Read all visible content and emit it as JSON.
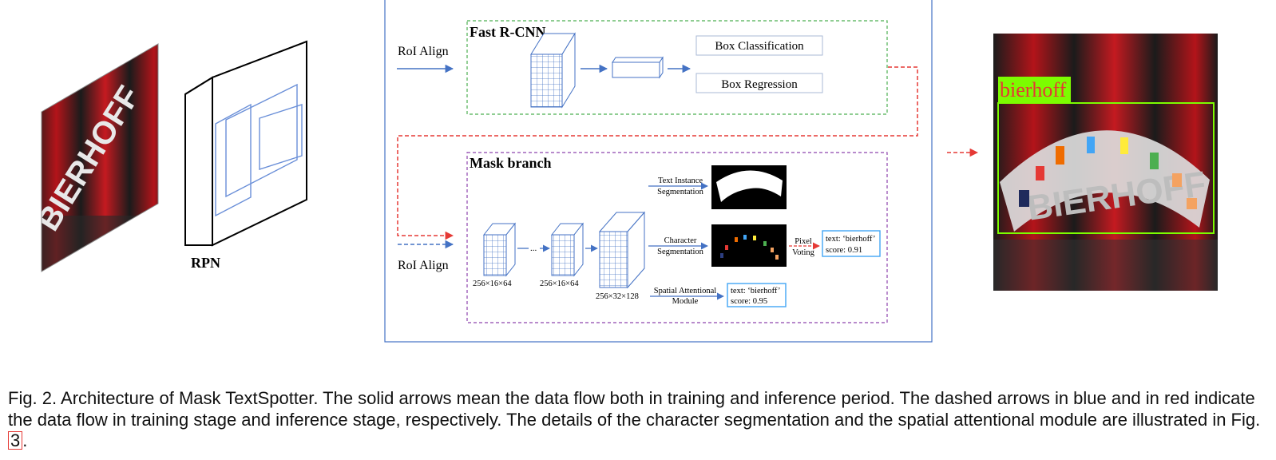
{
  "figure": {
    "rpn_label": "RPN",
    "roi_align_top": "RoI Align",
    "roi_align_bottom": "RoI Align",
    "fast_rcnn_title": "Fast R-CNN",
    "box_classification": "Box Classification",
    "box_regression": "Box Regression",
    "mask_branch_title": "Mask branch",
    "text_instance_seg_line1": "Text Instance",
    "text_instance_seg_line2": "Segmentation",
    "char_seg_line1": "Character",
    "char_seg_line2": "Segmentation",
    "pixel_voting_line1": "Pixel",
    "pixel_voting_line2": "Voting",
    "result_pixel_voting_line1": "text: ‘bierhoff’",
    "result_pixel_voting_line2": "score: 0.91",
    "sam_line1": "Spatial Attentional",
    "sam_line2": "Module",
    "result_sam_line1": "text: ‘bierhoff’",
    "result_sam_line2": "score: 0.95",
    "ellipsis": "...",
    "dim_1": "256×16×64",
    "dim_2": "256×16×64",
    "dim_3": "256×32×128",
    "input_jersey_text": "BIERHOFF",
    "output_label": "bierhoff",
    "output_jersey_text": "BIERHOFF"
  },
  "caption": {
    "prefix": "Fig. 2. Architecture of Mask TextSpotter. The solid arrows mean the data flow both in training and inference period. The dashed arrows in blue and in red indicate the data flow in training stage and inference stage, respectively. The details of the character segmentation and the spatial attentional module are illustrated in Fig. ",
    "figure_ref": "3",
    "suffix": "."
  },
  "colors": {
    "solid_arrow": "#4472c4",
    "inference_dashed": "#e53935",
    "fast_rcnn_border": "#4caf50",
    "mask_branch_border": "#8e44ad",
    "outer_frame": "#4472c4",
    "output_box": "#7cfc00",
    "jersey_red": "#b3141a",
    "jersey_dark": "#1b1b1b"
  }
}
